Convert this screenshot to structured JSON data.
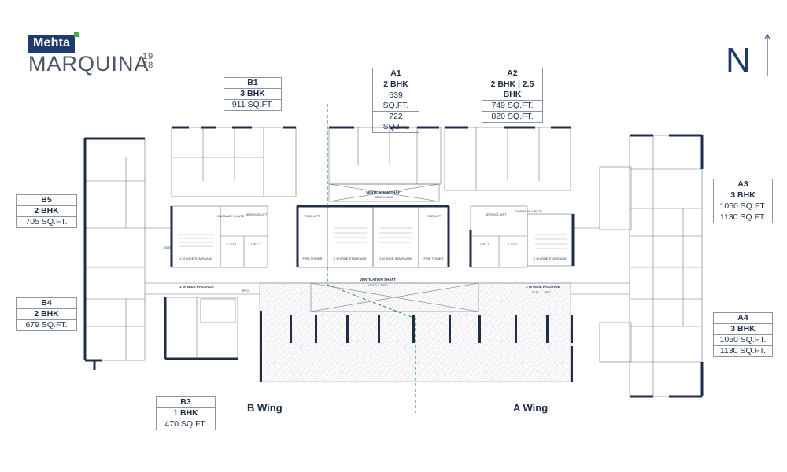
{
  "brand": {
    "name": "Mehta",
    "project": "MARQUINA",
    "year_top": "19",
    "year_bottom": "78"
  },
  "north_label": "N",
  "units": {
    "B1": {
      "code": "B1",
      "type": "3 BHK",
      "area": [
        "911 SQ.FT."
      ]
    },
    "A1": {
      "code": "A1",
      "type": "2 BHK",
      "area": [
        "639 SQ.FT.",
        "722 SQ.FT."
      ]
    },
    "A2": {
      "code": "A2",
      "type": "2 BHK | 2.5 BHK",
      "area": [
        "749 SQ.FT.",
        "820 SQ.FT."
      ]
    },
    "A3": {
      "code": "A3",
      "type": "3 BHK",
      "area": [
        "1050 SQ.FT.",
        "1130 SQ.FT."
      ]
    },
    "A4": {
      "code": "A4",
      "type": "3 BHK",
      "area": [
        "1050 SQ.FT.",
        "1130 SQ.FT."
      ]
    },
    "B5": {
      "code": "B5",
      "type": "2 BHK",
      "area": [
        "705 SQ.FT."
      ]
    },
    "B4": {
      "code": "B4",
      "type": "2 BHK",
      "area": [
        "679 SQ.FT."
      ]
    },
    "B3": {
      "code": "B3",
      "type": "1 BHK",
      "area": [
        "470 SQ.FT."
      ]
    }
  },
  "wings": {
    "b": "B Wing",
    "a": "A Wing"
  },
  "plan_labels": {
    "vent_shaft_top": "VENTILATION SHAFT",
    "vent_shaft_top_dim": "8525 X 3050",
    "vent_shaft_mid": "VENTILATION SHAFT",
    "vent_shaft_mid_dim": "10400 X 3000",
    "passage_left": "2 M WIDE PASSAGE",
    "passage_right": "2 M WIDE PASSAGE",
    "staircase_l": "2 M WIDE STAIRCASE",
    "staircase_cl": "2 M WIDE STAIRCASE",
    "staircase_cr": "2 M WIDE STAIRCASE",
    "staircase_r": "2 M WIDE STAIRCASE",
    "lift1_l": "LIFT 1",
    "lift2_l": "LIFT 2",
    "lift1_r": "LIFT 1",
    "lift2_r": "LIFT 2",
    "service_lift_l": "SERVICE LIFT",
    "service_lift_r": "SERVICE LIFT",
    "fire_lift_l": "FIRE LIFT",
    "fire_lift_r": "FIRE LIFT",
    "fire_tower_l": "FIRE TOWER",
    "fire_tower_r": "FIRE TOWER",
    "garbage_l": "GARBAGE CHUTE",
    "garbage_r": "GARBAGE CHUTE",
    "ele_pnc_l": "ELE",
    "pnc_l": "PNC",
    "ele_r": "ELE",
    "pnc_r": "PNC"
  }
}
